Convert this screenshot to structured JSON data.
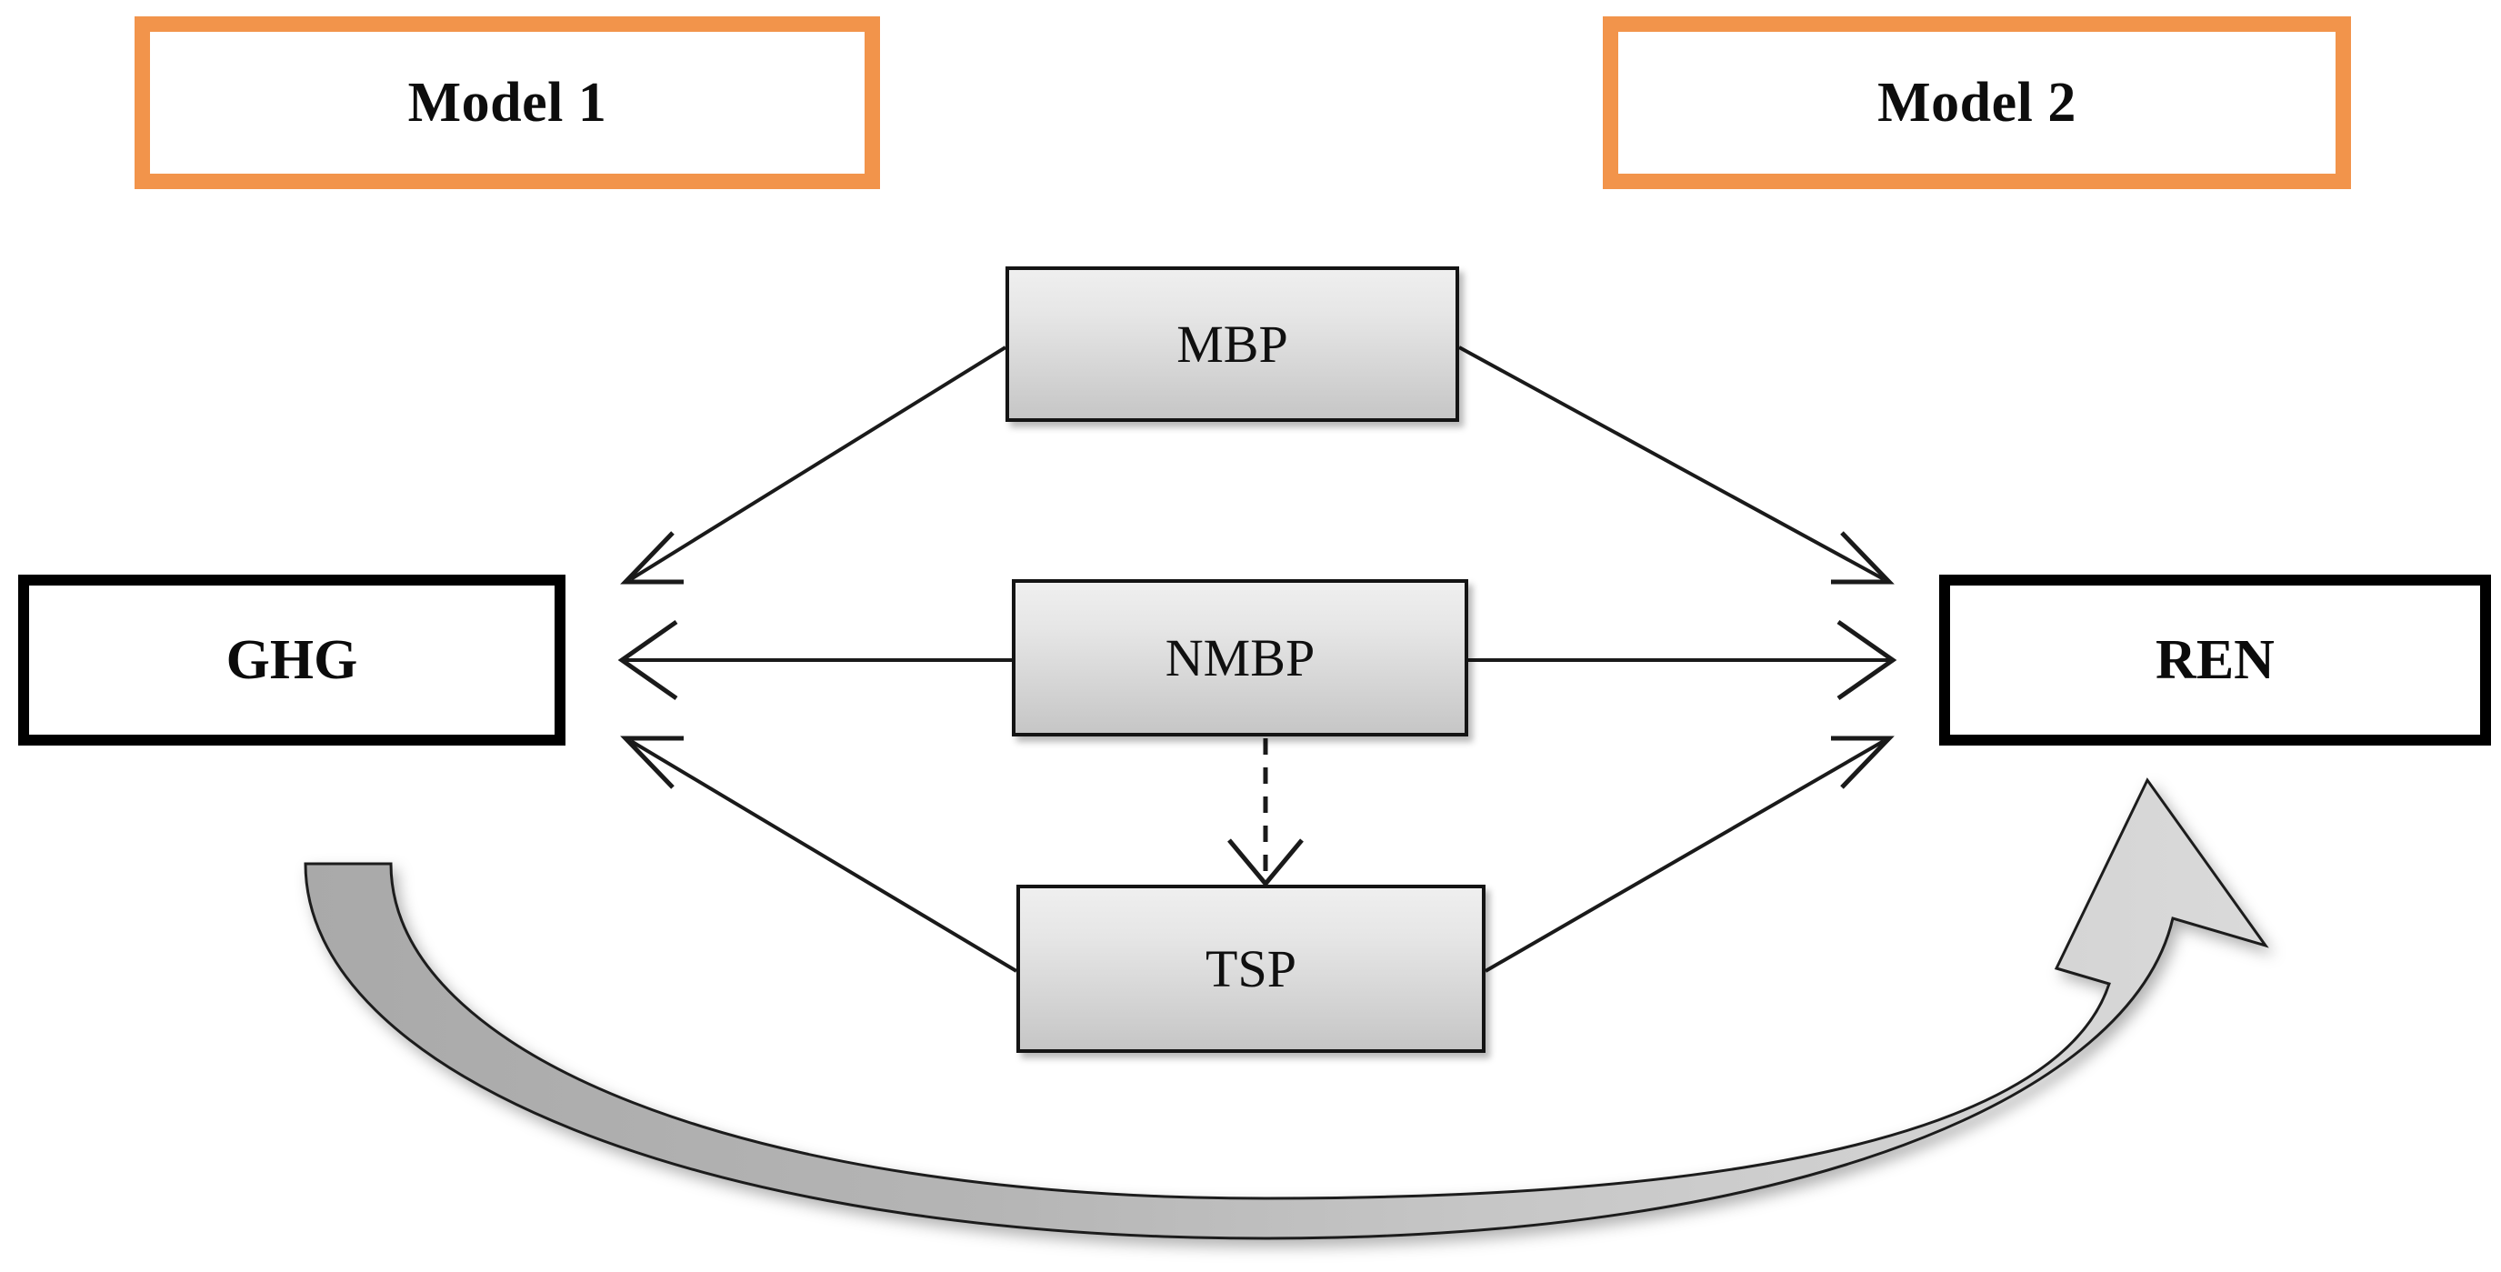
{
  "diagram": {
    "title": "Mediation model: GHG and REN with mediators",
    "background_color": "#ffffff",
    "accent_color": "#F2944B",
    "box_outline_color": "#000000",
    "mediator_fill_top": "#efefef",
    "mediator_fill_bottom": "#c6c6c6",
    "curved_arrow_fill": "#bdbdbd"
  },
  "model_labels": [
    {
      "id": "model1",
      "label": "Model 1"
    },
    {
      "id": "model2",
      "label": "Model 2"
    }
  ],
  "outcome_nodes": [
    {
      "id": "ghg",
      "label": "GHG",
      "side": "left"
    },
    {
      "id": "ren",
      "label": "REN",
      "side": "right"
    }
  ],
  "mediator_nodes": [
    {
      "id": "mbp",
      "label": "MBP",
      "row": "top"
    },
    {
      "id": "nmbp",
      "label": "NMBP",
      "row": "middle"
    },
    {
      "id": "tsp",
      "label": "TSP",
      "row": "bottom"
    }
  ],
  "connections": [
    {
      "id": "mbp-to-ghg",
      "from": "MBP",
      "to": "GHG",
      "style": "solid",
      "arrowhead": "open-v"
    },
    {
      "id": "mbp-to-ren",
      "from": "MBP",
      "to": "REN",
      "style": "solid",
      "arrowhead": "open-v"
    },
    {
      "id": "nmbp-to-ghg",
      "from": "NMBP",
      "to": "GHG",
      "style": "solid",
      "arrowhead": "open-v"
    },
    {
      "id": "nmbp-to-ren",
      "from": "NMBP",
      "to": "REN",
      "style": "solid",
      "arrowhead": "open-v"
    },
    {
      "id": "tsp-to-ghg",
      "from": "TSP",
      "to": "GHG",
      "style": "solid",
      "arrowhead": "open-v"
    },
    {
      "id": "tsp-to-ren",
      "from": "TSP",
      "to": "REN",
      "style": "solid",
      "arrowhead": "open-v"
    },
    {
      "id": "nmbp-to-tsp",
      "from": "NMBP",
      "to": "TSP",
      "style": "dashed",
      "arrowhead": "open-v"
    },
    {
      "id": "ghg-to-ren-curved",
      "from": "GHG",
      "to": "REN",
      "style": "thick-curved-block",
      "arrowhead": "filled-block"
    }
  ]
}
